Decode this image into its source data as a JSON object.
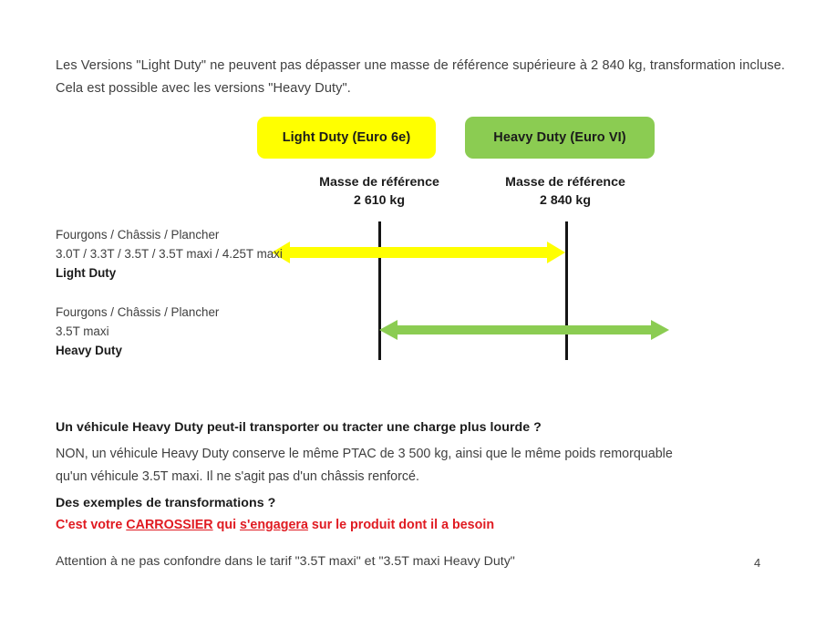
{
  "page": {
    "number": "4",
    "background": "#FFFFFF"
  },
  "intro": {
    "line1": "Les Versions \"Light Duty\" ne peuvent pas dépasser une masse de référence supérieure à 2 840 kg, transformation incluse.",
    "line2": "Cela est possible avec les versions \"Heavy Duty\"."
  },
  "diagram": {
    "boxes": [
      {
        "label": "Light Duty (Euro 6e)",
        "color": "#FFFF00"
      },
      {
        "label": "Heavy Duty (Euro VI)",
        "color": "#8BCC52"
      }
    ],
    "mass_captions": [
      {
        "title": "Masse de référence",
        "value": "2 610 kg"
      },
      {
        "title": "Masse de référence",
        "value": "2 840 kg"
      }
    ],
    "rows": [
      {
        "line1": "Fourgons / Châssis / Plancher",
        "line2": "3.0T / 3.3T / 3.5T / 3.5T maxi / 4.25T maxi",
        "line3": "Light Duty",
        "arrow_color": "#FFFF00"
      },
      {
        "line1": "Fourgons / Châssis / Plancher",
        "line2": "3.5T maxi",
        "line3": "Heavy Duty",
        "arrow_color": "#8BCC52"
      }
    ]
  },
  "qa": [
    {
      "question": "Un véhicule Heavy Duty peut-il transporter ou tracter une charge plus lourde ?",
      "answer_line1": "NON, un véhicule Heavy Duty conserve le même PTAC de 3 500 kg, ainsi que le même poids remorquable",
      "answer_line2": "qu'un véhicule 3.5T maxi. Il ne s'agit pas d'un châssis renforcé."
    },
    {
      "question": "Des exemples de transformations ?",
      "red_prefix": "C'est votre ",
      "red_underline1": "CARROSSIER",
      "red_middle": " qui ",
      "red_underline2": "s'engagera",
      "red_suffix": " sur le produit dont il a besoin",
      "red_color": "#E01B22"
    }
  ],
  "footnote": "Attention à ne pas confondre dans le tarif \"3.5T maxi\" et \"3.5T maxi Heavy Duty\""
}
